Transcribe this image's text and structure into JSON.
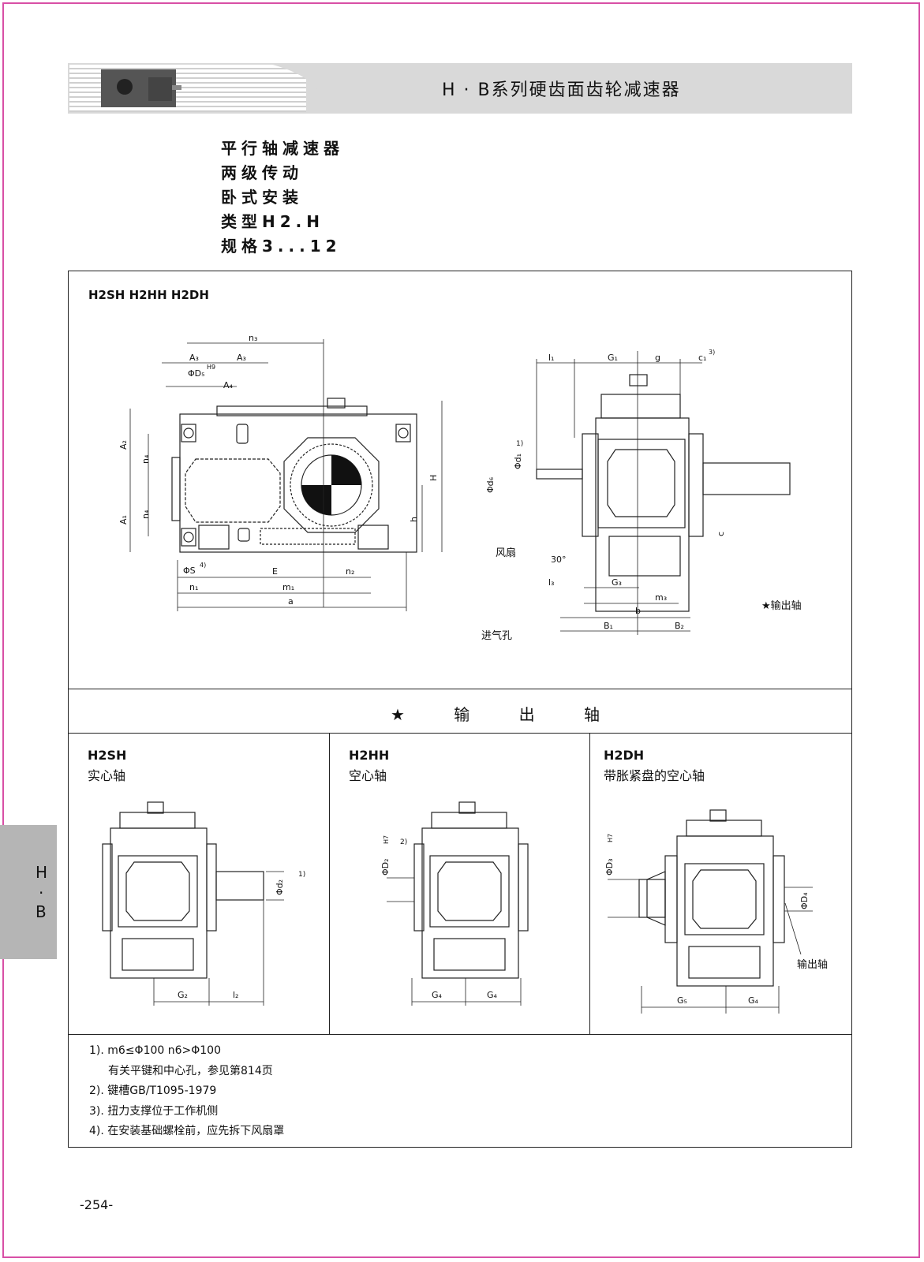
{
  "header": {
    "title": "H · B系列硬齿面齿轮减速器"
  },
  "specs": [
    "平行轴减速器",
    "两级传动",
    "卧式安装",
    "类型H2.H",
    "规格3...12"
  ],
  "top_panel": {
    "title": "H2SH  H2HH  H2DH",
    "front_labels": {
      "n3": "n₃",
      "A3a": "A₃",
      "A3b": "A₃",
      "D5": "ΦD₅",
      "D5sup": "H9",
      "A4": "A₄",
      "A2": "A₂",
      "A1": "A₁",
      "n4a": "n₄",
      "n4b": "n₄",
      "H": "H",
      "h": "h",
      "S": "ΦS",
      "Ssup": "4)",
      "E": "E",
      "n2": "n₂",
      "n1": "n₁",
      "m1": "m₁",
      "a": "a"
    },
    "side_labels": {
      "l1": "l₁",
      "G1": "G₁",
      "g": "g",
      "c1": "c₁",
      "c1sup": "3)",
      "fn1": "1)",
      "d1": "Φd₁",
      "d6": "Φd₆",
      "fan": "风扇",
      "angle": "30°",
      "c": "c",
      "l3": "l₃",
      "G3": "G₃",
      "m3": "m₃",
      "b": "b",
      "B1": "B₁",
      "B2": "B₂",
      "inlet": "进气孔",
      "output_shaft": "★输出轴"
    }
  },
  "section_title": "★ 输 出 轴",
  "variants": [
    {
      "code": "H2SH",
      "name": "实心轴",
      "labels": {
        "d2": "Φd₂",
        "fn": "1)",
        "G2": "G₂",
        "l2": "l₂"
      }
    },
    {
      "code": "H2HH",
      "name": "空心轴",
      "labels": {
        "D2": "ΦD₂",
        "sup": "H7",
        "fn": "2)",
        "G4a": "G₄",
        "G4b": "G₄"
      }
    },
    {
      "code": "H2DH",
      "name": "带胀紧盘的空心轴",
      "labels": {
        "D3": "ΦD₃",
        "sup": "H7",
        "D4": "ΦD₄",
        "out": "输出轴",
        "G5": "G₅",
        "G4": "G₄"
      }
    }
  ],
  "notes": [
    "1). m6≤Φ100  n6>Φ100",
    "     有关平键和中心孔，参见第814页",
    "2). 键槽GB/T1095-1979",
    "3). 扭力支撑位于工作机侧",
    "4). 在安装基础螺栓前，应先拆下风扇罩"
  ],
  "side_tab": {
    "top": "H",
    "mid": "·",
    "bottom": "B"
  },
  "page_number": "-254-"
}
